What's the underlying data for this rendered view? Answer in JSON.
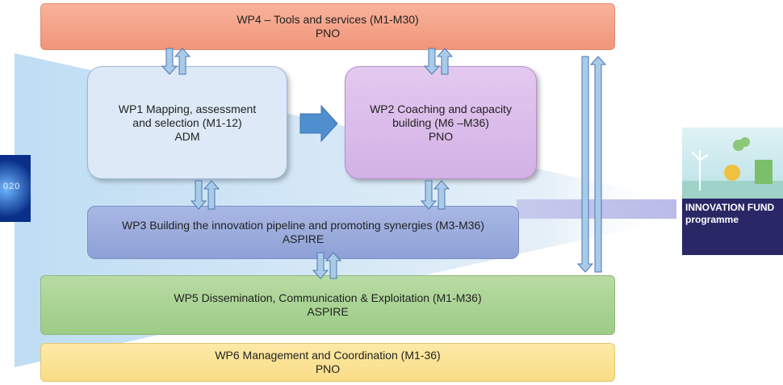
{
  "boxes": {
    "wp4": {
      "line1": "WP4 – Tools and services (M1-M30)",
      "line2": "PNO"
    },
    "wp1": {
      "line1": "WP1 Mapping, assessment",
      "line2": "and selection (M1-12)",
      "line3": "ADM"
    },
    "wp2": {
      "line1": "WP2 Coaching and capacity",
      "line2": "building (M6 –M36)",
      "line3": "PNO"
    },
    "wp3": {
      "line1": "WP3 Building the innovation pipeline and promoting synergies (M3-M36)",
      "line2": "ASPIRE"
    },
    "wp5": {
      "line1": "WP5 Dissemination, Communication & Exploitation (M1-M36)",
      "line2": "ASPIRE"
    },
    "wp6": {
      "line1": "WP6 Management and Coordination (M1-36)",
      "line2": "PNO"
    }
  },
  "left_panel": {
    "text": "020"
  },
  "right_panel": {
    "title": "INNOVATION FUND",
    "subtitle": "programme"
  },
  "colors": {
    "funnel": "#bcd9ef",
    "arrow_fill": "#a9cbe8",
    "arrow_stroke": "#4a78b3",
    "block_arrow": "#4f8fd0"
  }
}
